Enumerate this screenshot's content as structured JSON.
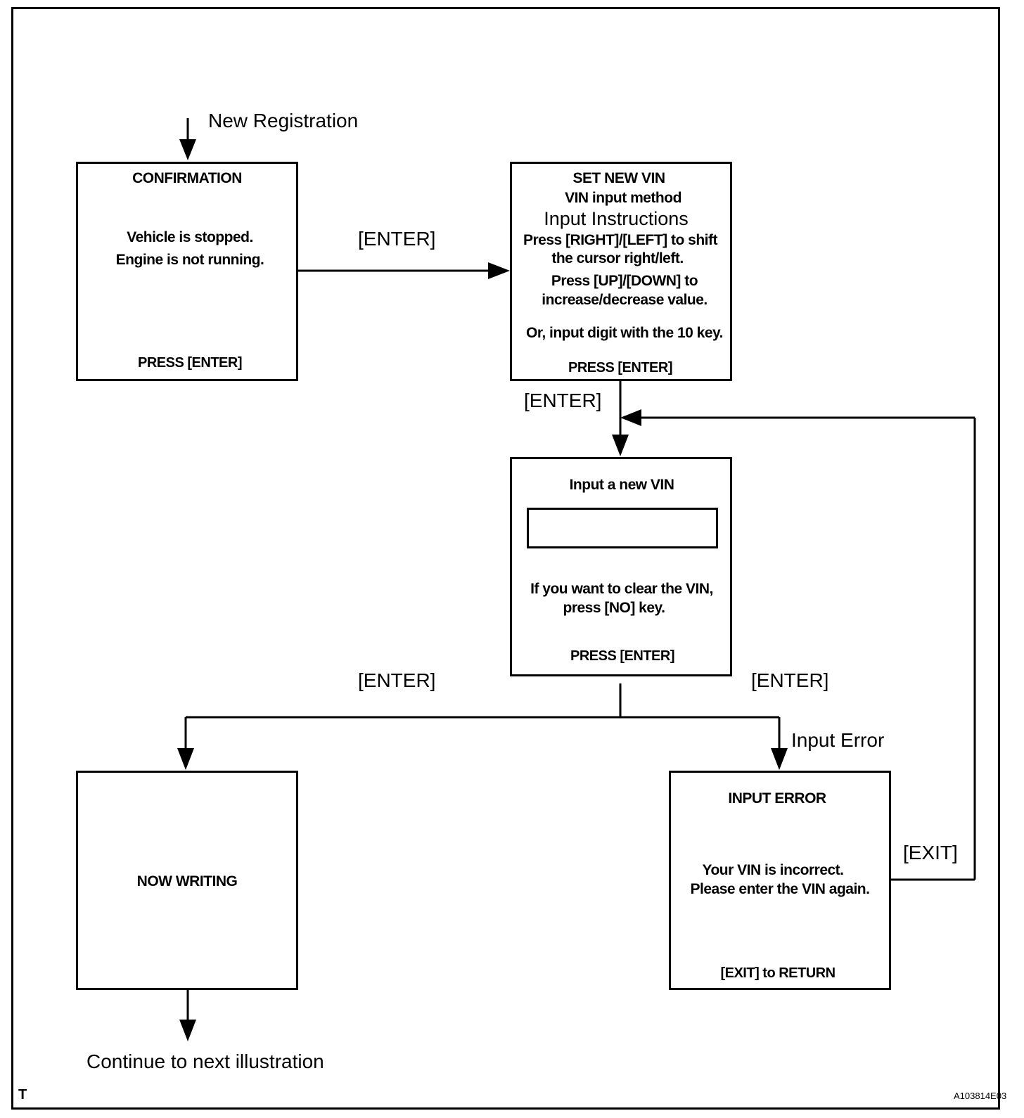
{
  "labels": {
    "new_registration": "New Registration",
    "enter_1": "[ENTER]",
    "enter_2": "[ENTER]",
    "enter_3": "[ENTER]",
    "enter_4": "[ENTER]",
    "input_error": "Input Error",
    "exit": "[EXIT]",
    "continue": "Continue to next illustration"
  },
  "boxes": {
    "confirmation": {
      "title": "CONFIRMATION",
      "line1": "Vehicle is stopped.",
      "line2": "Engine is not running.",
      "footer": "PRESS [ENTER]"
    },
    "set_new_vin": {
      "title": "SET NEW VIN",
      "subtitle": "VIN input method",
      "instructions_heading": "Input Instructions",
      "line1": "Press [RIGHT]/[LEFT] to shift",
      "line2": "the cursor right/left.",
      "line3": "Press [UP]/[DOWN]  to",
      "line4": "increase/decrease value.",
      "line5": "Or, input digit with the 10 key.",
      "footer": "PRESS [ENTER]"
    },
    "input_new_vin": {
      "title": "Input a new VIN",
      "field_value": "",
      "line1": "If you want to clear the VIN,",
      "line2": "press [NO] key.",
      "footer": "PRESS [ENTER]"
    },
    "now_writing": {
      "title": "NOW WRITING"
    },
    "input_error": {
      "title": "INPUT  ERROR",
      "line1": "Your VIN is incorrect.",
      "line2": "Please enter the VIN again.",
      "footer": "[EXIT] to RETURN"
    }
  },
  "corner_mark": "T",
  "figure_id": "A103814E03"
}
